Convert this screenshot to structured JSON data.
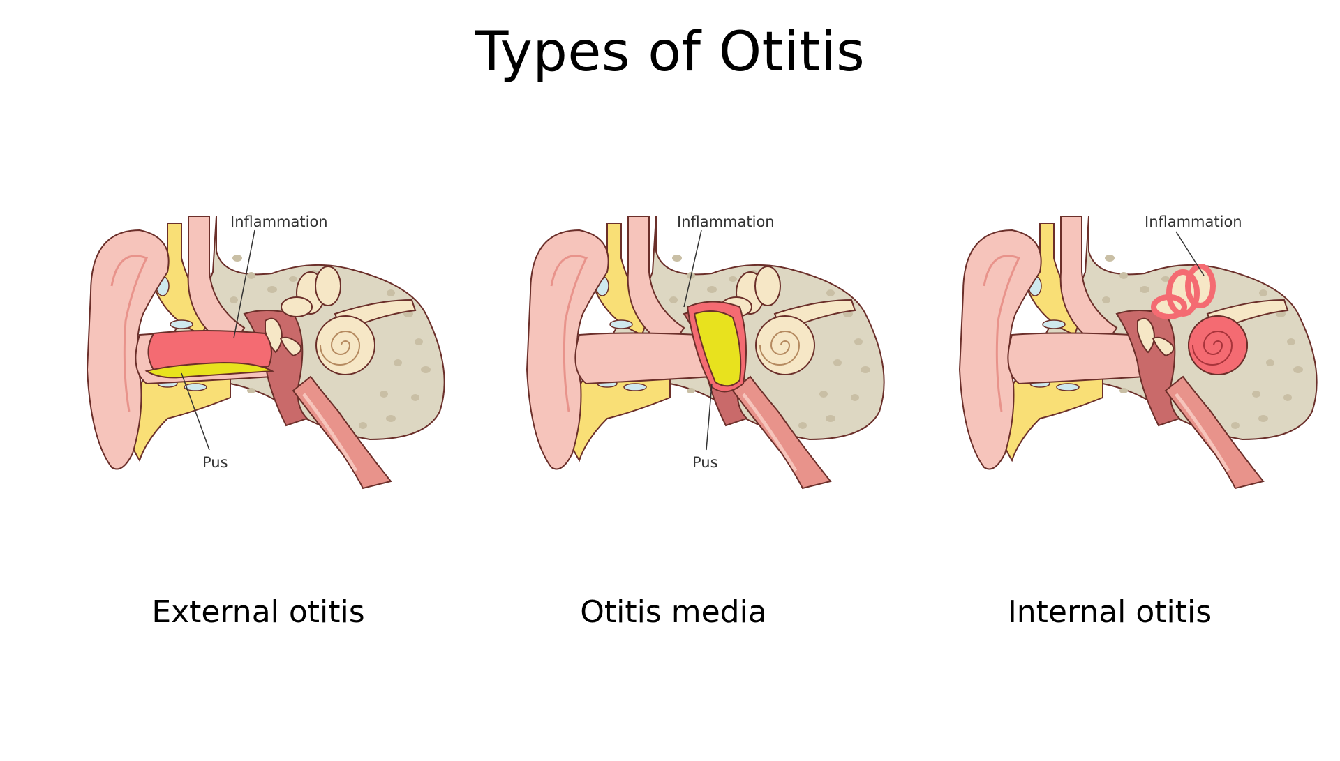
{
  "title": "Types of Otitis",
  "colors": {
    "skin": "#f6c4bb",
    "skin_dark": "#e8938b",
    "canal_red": "#f46b72",
    "pus": "#e8e21e",
    "bone": "#ddd7c2",
    "cartilage": "#f9df76",
    "cochlea": "#f6e7c6",
    "outline": "#6b2f2a"
  },
  "panels": [
    {
      "caption": "External otitis",
      "labels": {
        "inflammation": "Inflammation",
        "pus": "Pus"
      }
    },
    {
      "caption": "Otitis media",
      "labels": {
        "inflammation": "Inflammation",
        "pus": "Pus"
      }
    },
    {
      "caption": "Internal otitis",
      "labels": {
        "inflammation": "Inflammation"
      }
    }
  ]
}
